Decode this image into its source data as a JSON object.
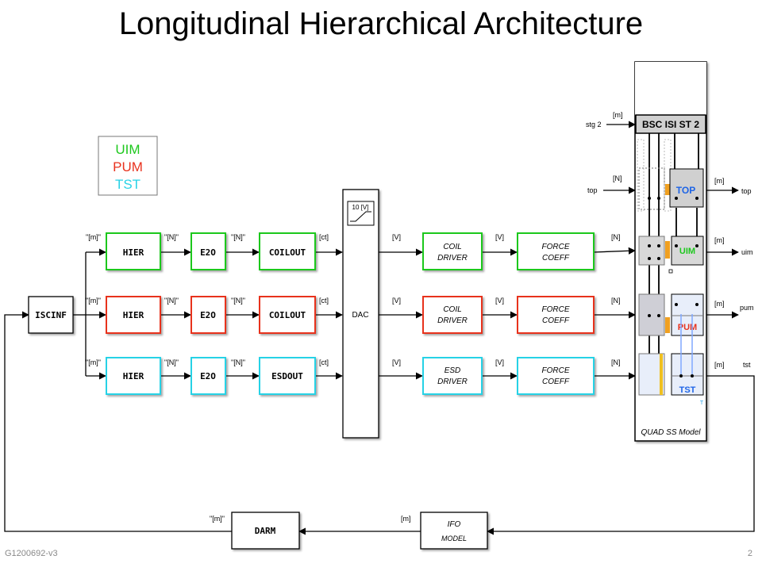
{
  "slide": {
    "title": "Longitudinal Hierarchical Architecture",
    "footer_id": "G1200692-v3",
    "page_number": "2"
  },
  "legend": {
    "uim": "UIM",
    "pum": "PUM",
    "tst": "TST"
  },
  "colors": {
    "uim": "#1ec81e",
    "pum": "#e8321e",
    "tst": "#28d2e6",
    "top": "#1e64e6",
    "orange": "#f0a020",
    "stage_fill": "#d0d0d0"
  },
  "blocks": {
    "iscinf": "ISCINF",
    "hier": "HIER",
    "e2o": "E2O",
    "coilout": "COILOUT",
    "esdout": "ESDOUT",
    "dac": "DAC",
    "dac_icon": "10 [V]",
    "coil_driver_line1": "COIL",
    "coil_driver_line2": "DRIVER",
    "esd_driver_line1": "ESD",
    "esd_driver_line2": "DRIVER",
    "force_coeff_line1": "FORCE",
    "force_coeff_line2": "COEFF",
    "darm": "DARM",
    "ifo_line1": "IFO",
    "ifo_line2": "MODEL"
  },
  "signals": {
    "m_quoted": "\"[m]\"",
    "n_quoted": "\"[N]\"",
    "ct": "[ct]",
    "v": "[V]",
    "n": "[N]",
    "m": "[m]"
  },
  "quad": {
    "bsc_label": "BSC ISI ST 2",
    "model_label": "QUAD SS Model",
    "top_label": "TOP",
    "uim_label": "UIM",
    "pum_label": "PUM",
    "tst_label": "TST",
    "inputs": {
      "stg2": "stg 2",
      "top": "top"
    },
    "outputs": {
      "top": "top",
      "uim": "uim",
      "pum": "pum",
      "tst": "tst"
    },
    "small_t": "T"
  }
}
